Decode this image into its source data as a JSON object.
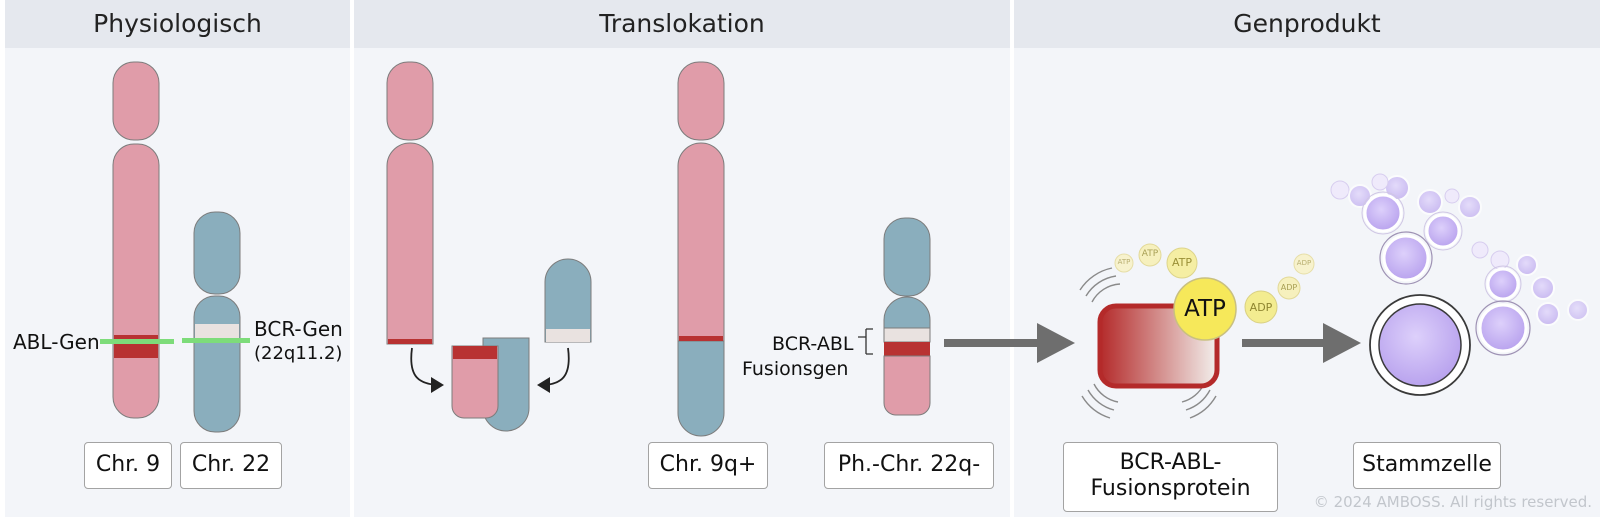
{
  "panels": {
    "physiologisch": {
      "title": "Physiologisch",
      "abl_gene_label": "ABL-Gen",
      "bcr_gene_label": "BCR-Gen",
      "bcr_locus": "(22q11.2)",
      "chr9_label": "Chr. 9",
      "chr22_label": "Chr. 22"
    },
    "translokation": {
      "title": "Translokation",
      "chr9q_label": "Chr. 9q+",
      "ph_chr_label": "Ph.-Chr. 22q-",
      "fusion_gene_line1": "BCR-ABL",
      "fusion_gene_line2": "Fusionsgen"
    },
    "genprodukt": {
      "title": "Genprodukt",
      "protein_label_line1": "BCR-ABL-",
      "protein_label_line2": "Fusionsprotein",
      "stem_cell_label": "Stammzelle",
      "atp_main": "ATP",
      "atp_small": "ATP",
      "adp": "ADP"
    }
  },
  "copyright": "© 2024 AMBOSS. All rights reserved.",
  "colors": {
    "chr9_pink": "#e09ca9",
    "chr22_blue": "#8aaebd",
    "band_red": "#b83232",
    "bcr_band": "#e9e2e0",
    "gene_marker_green": "#7ddc7a",
    "panel_header": "#e5e8ee",
    "panel_bg": "#f3f5f9",
    "arrow_gray": "#6e6e6e",
    "atp_yellow": "#f6e85a",
    "stem_cell_purple": "#c9b8f0"
  }
}
